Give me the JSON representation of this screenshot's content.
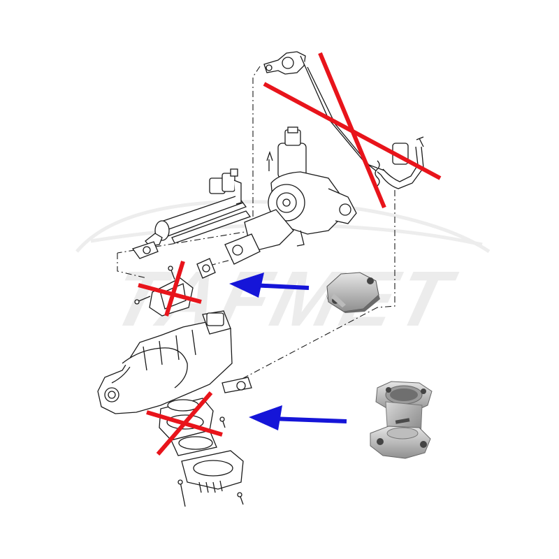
{
  "watermark": {
    "text": "TAFMET"
  },
  "annotations": {
    "cross_color": "#e8141b",
    "arrow_color": "#1515d8",
    "line_color": "#1a1a1a"
  },
  "parts": [
    {
      "name": "exhaust-manifold-pipe",
      "status": "removed"
    },
    {
      "name": "egr-gasket-flange",
      "status": "removed"
    },
    {
      "name": "egr-valve-flange",
      "status": "removed"
    },
    {
      "name": "egr-blanking-plate",
      "status": "replacement"
    },
    {
      "name": "egr-bypass-pipe",
      "status": "replacement"
    }
  ],
  "icons": [
    "cross-mark-icon",
    "arrow-left-icon"
  ]
}
